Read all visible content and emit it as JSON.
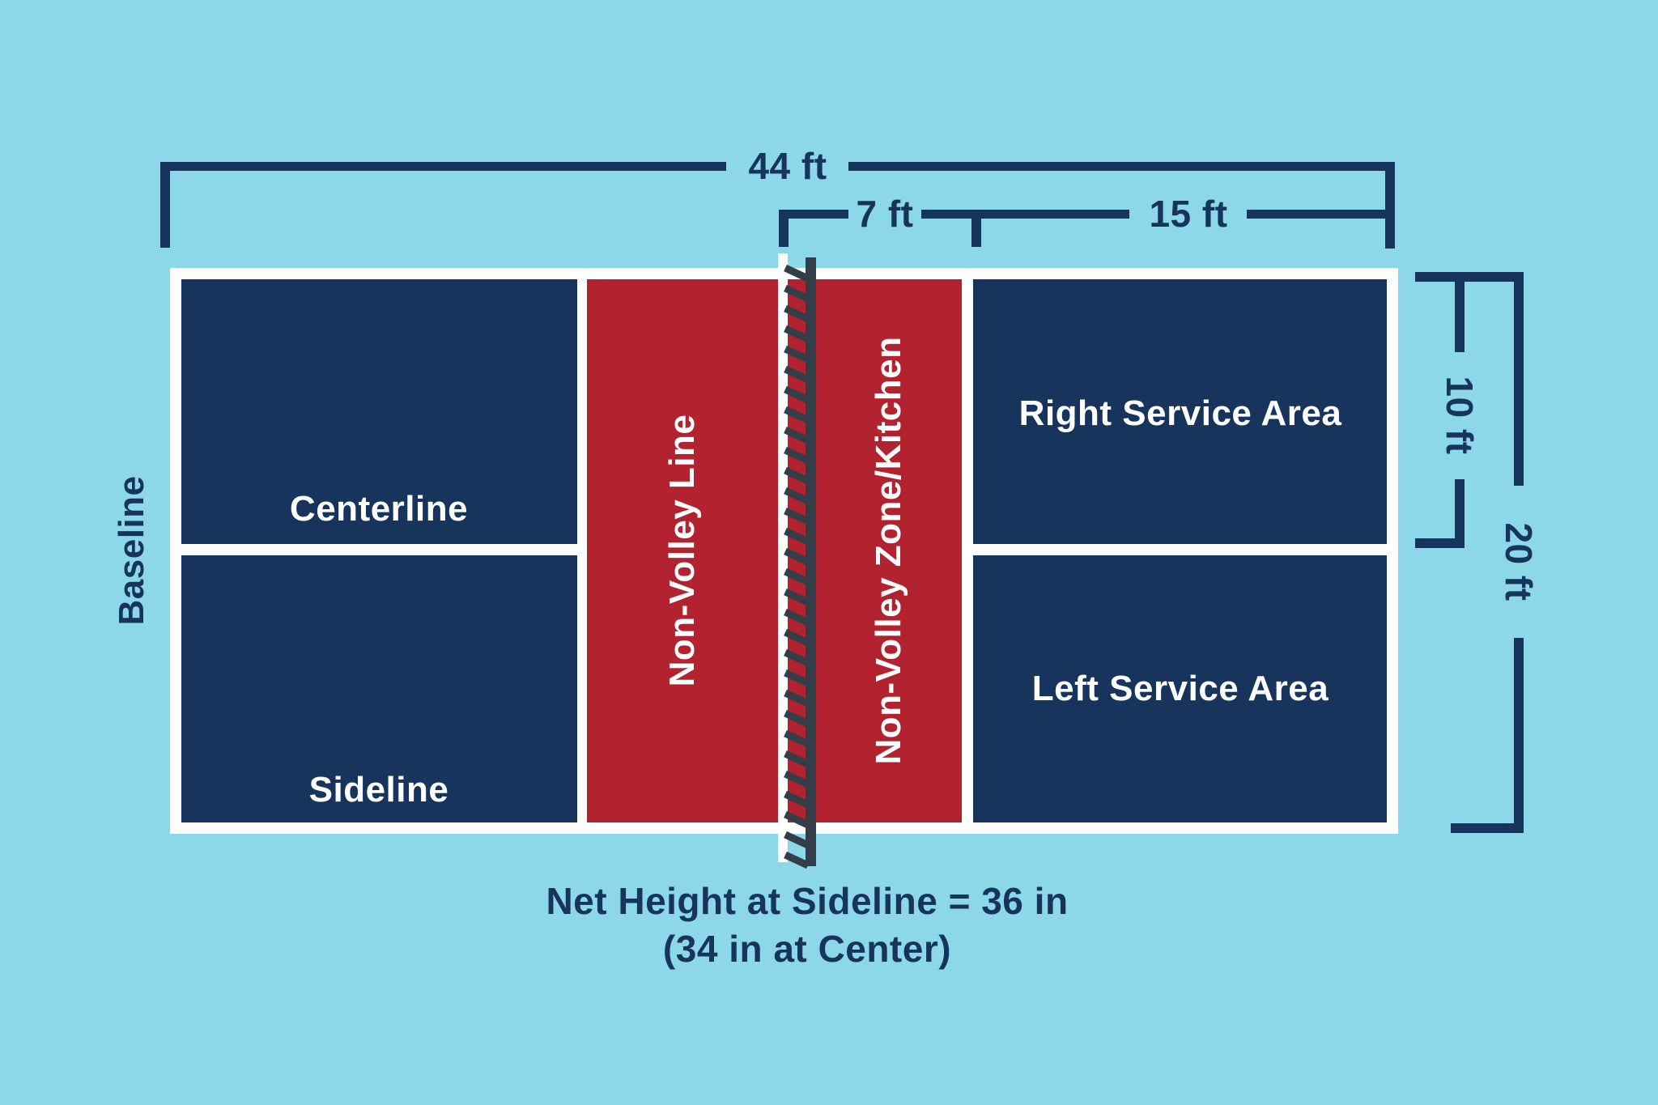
{
  "colors": {
    "background": "#8CD8E8",
    "navy": "#17345C",
    "red": "#B2222F",
    "white": "#FFFFFF",
    "net_dark": "#333E48"
  },
  "court": {
    "labels": {
      "baseline": "Baseline",
      "centerline": "Centerline",
      "sideline": "Sideline",
      "non_volley_line": "Non-Volley Line",
      "non_volley_zone": "Non-Volley Zone/Kitchen",
      "right_service_area": "Right Service Area",
      "left_service_area": "Left Service Area"
    }
  },
  "dimensions": {
    "court_length": "44 ft",
    "kitchen_depth": "7 ft",
    "service_area_length": "15 ft",
    "half_court_width": "10 ft",
    "court_width": "20 ft"
  },
  "caption": {
    "line1": "Net Height at Sideline = 36 in",
    "line2": "(34 in at Center)"
  }
}
